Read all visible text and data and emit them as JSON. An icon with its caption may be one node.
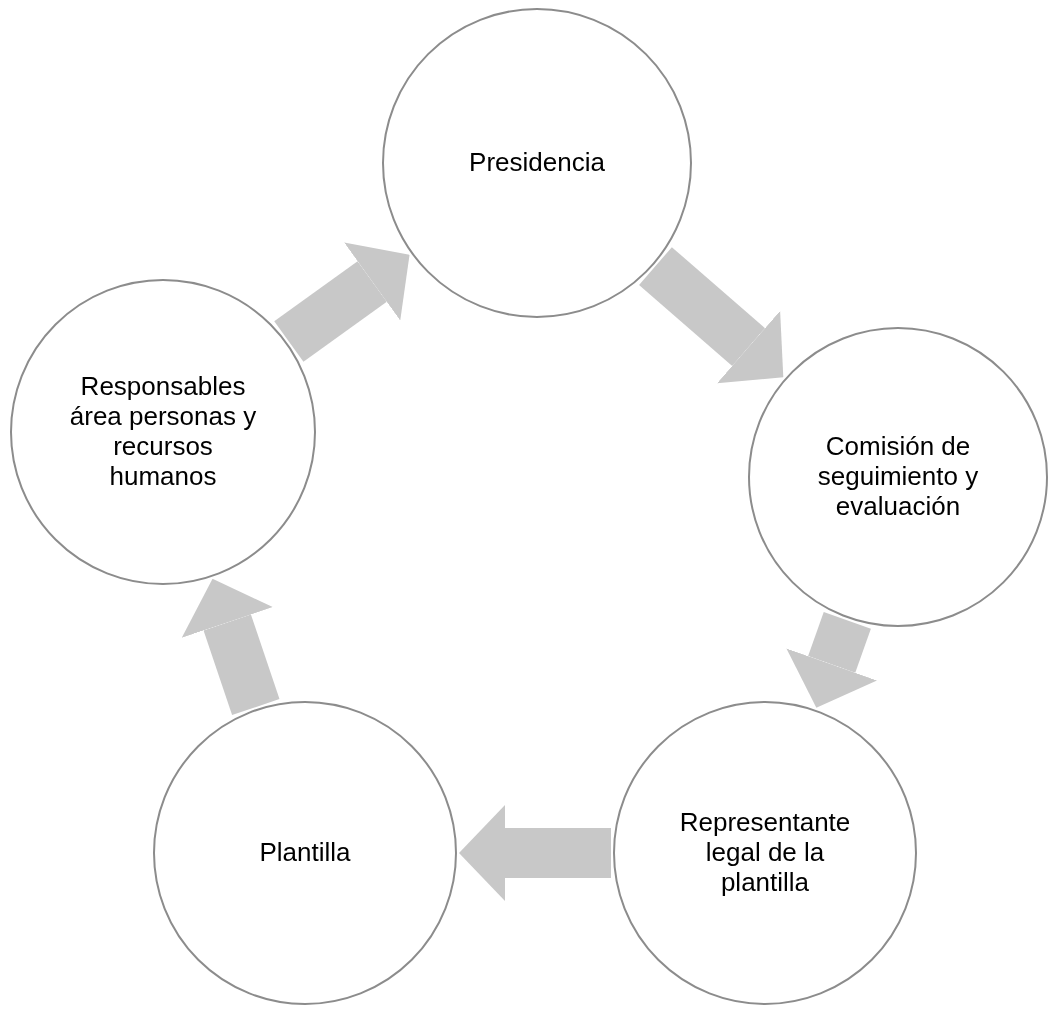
{
  "diagram": {
    "nodes": [
      {
        "text": [
          "Presidencia"
        ]
      },
      {
        "text": [
          "Comisión de seguimiento y evaluación"
        ]
      },
      {
        "text": [
          "Representante legal de la plantilla"
        ]
      },
      {
        "text": [
          "Plantilla"
        ]
      },
      {
        "text": [
          "Responsables área personas y recursos humanos"
        ]
      }
    ],
    "edges": [
      {
        "from": 0,
        "to": 1,
        "arrow": "to"
      },
      {
        "from": 1,
        "to": 2,
        "arrow": "to"
      },
      {
        "from": 2,
        "to": 3,
        "arrow": "to"
      },
      {
        "from": 3,
        "to": 4,
        "arrow": "to"
      },
      {
        "from": 4,
        "to": 0,
        "arrow": "to"
      }
    ]
  }
}
